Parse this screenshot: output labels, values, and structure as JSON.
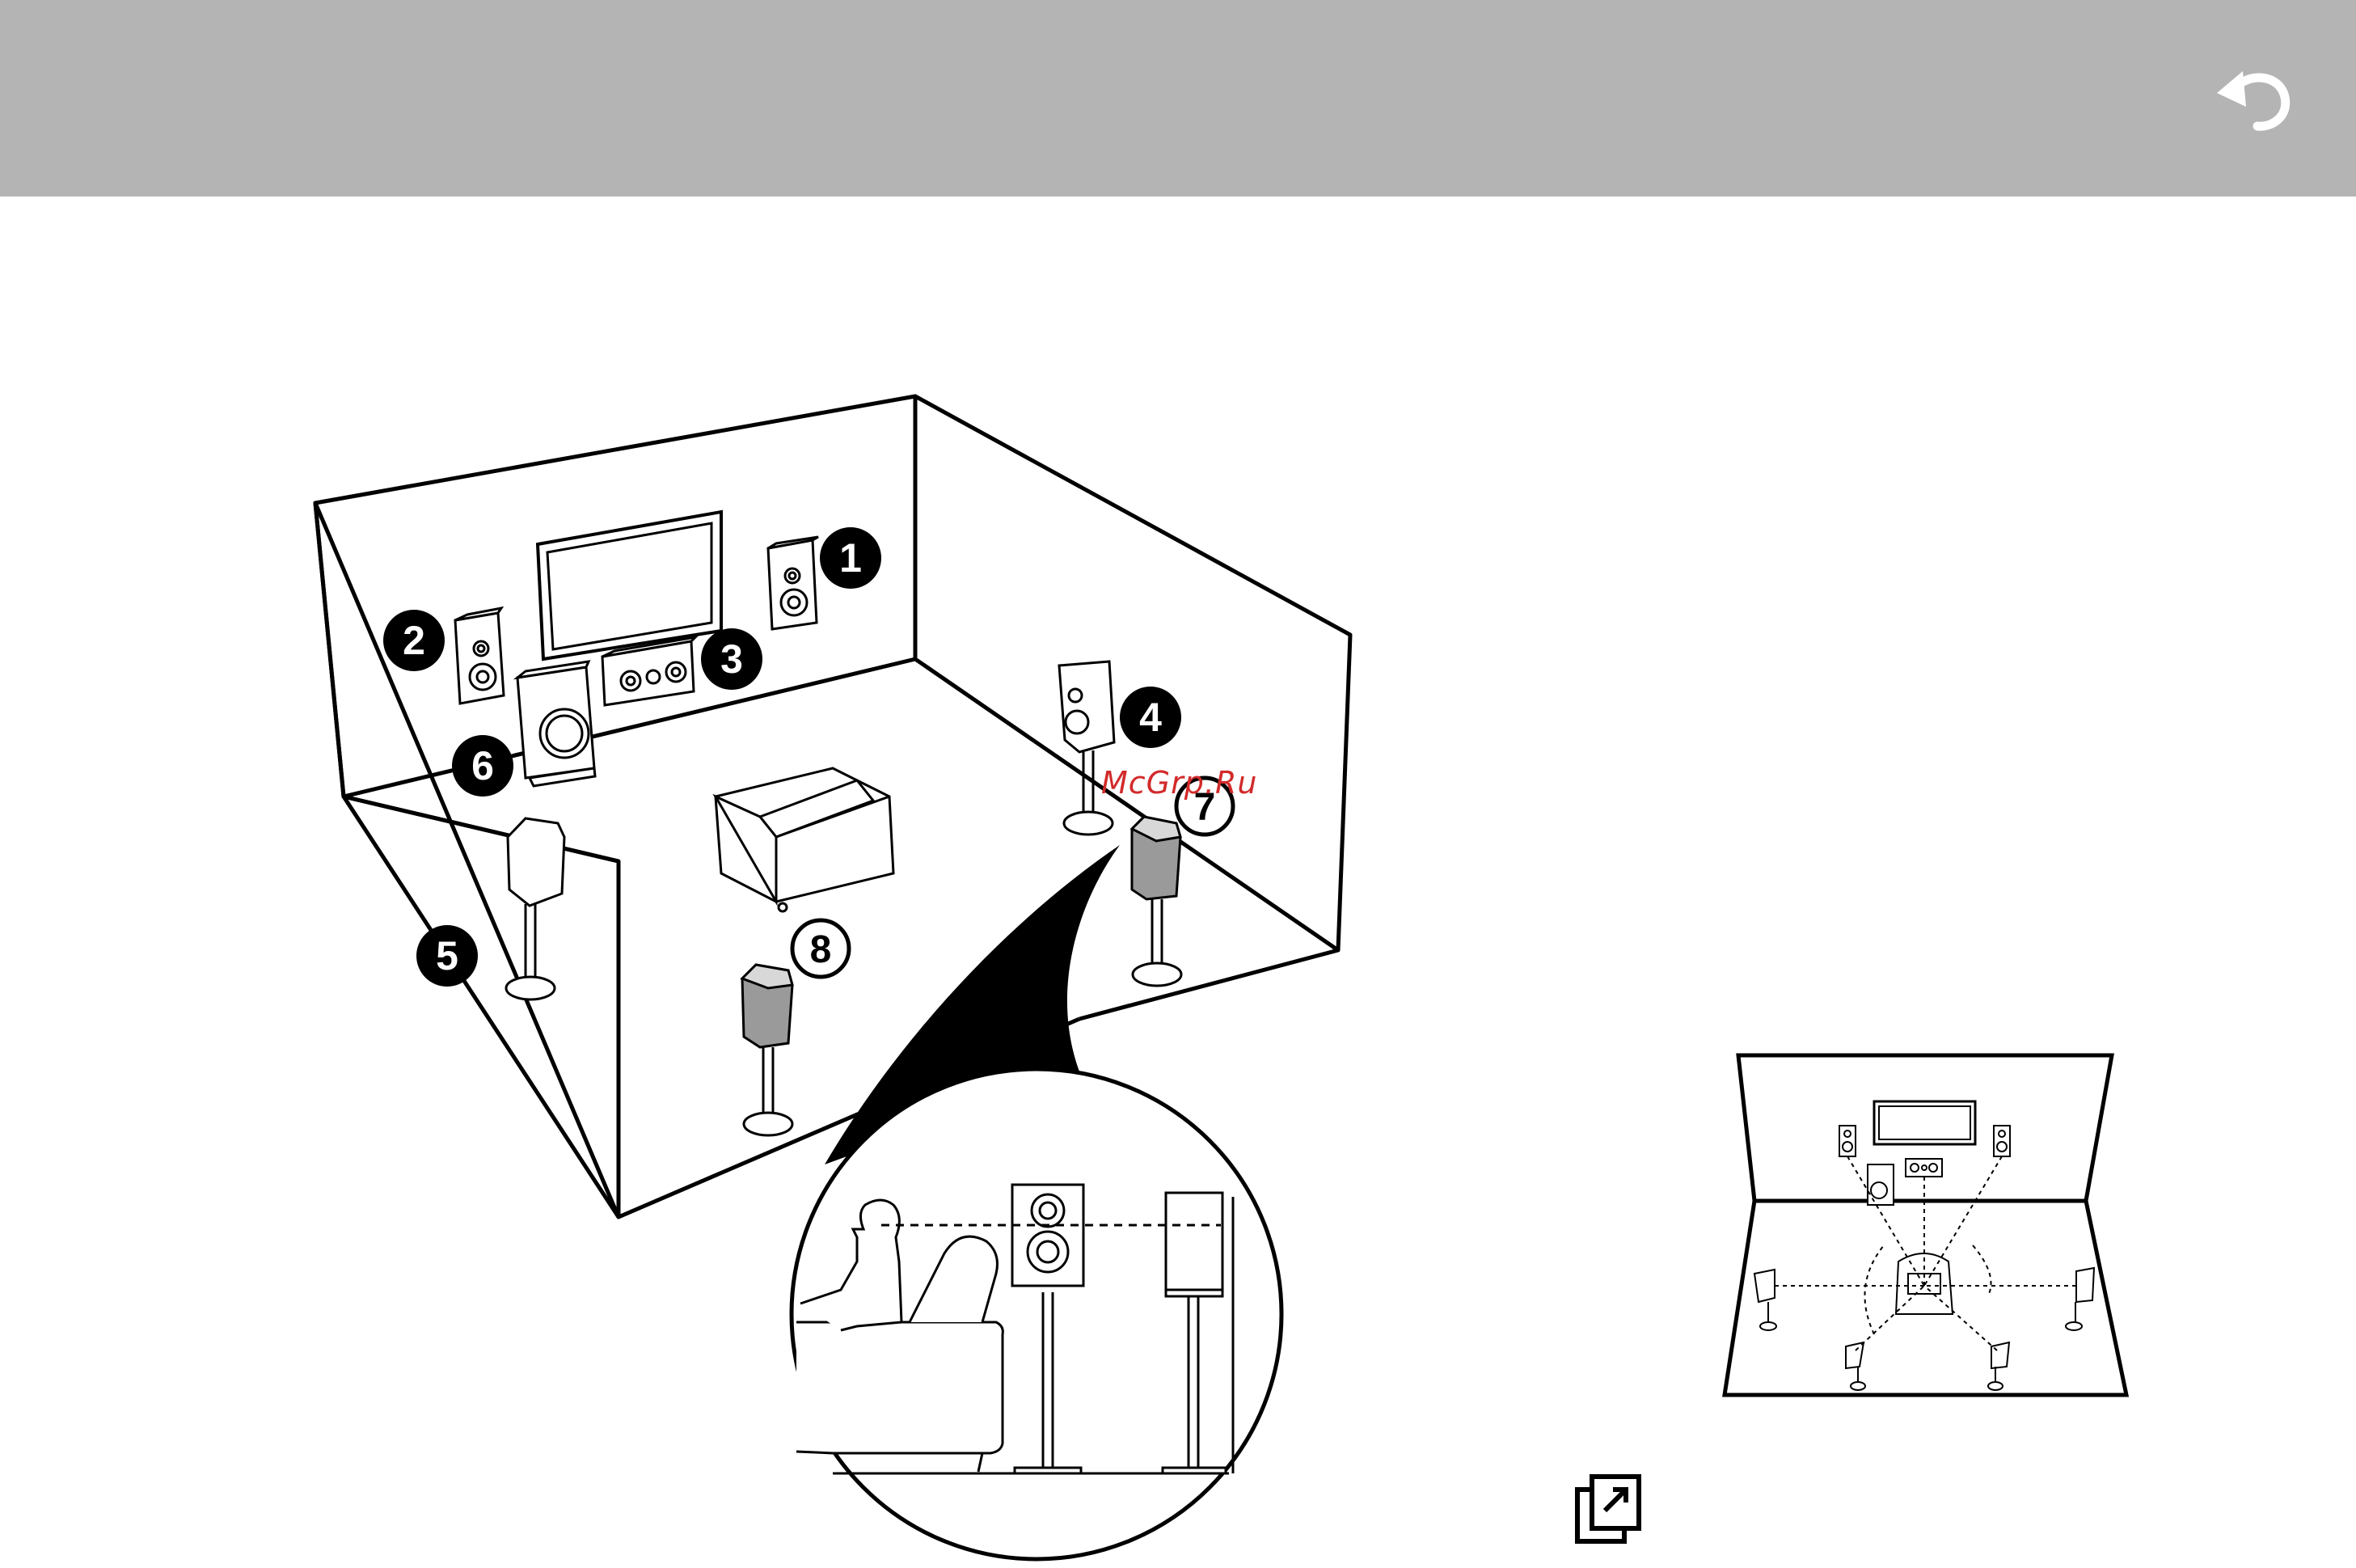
{
  "header": {
    "back_icon": "return-arrow-icon",
    "bar_color": "#b3b4b3"
  },
  "callouts": {
    "c1": "1",
    "c2": "2",
    "c3": "3",
    "c4": "4",
    "c5": "5",
    "c6": "6",
    "c7": "7",
    "c8": "8"
  },
  "watermark": {
    "text": "McGrp.Ru",
    "color": "#d22a2a"
  },
  "footer": {
    "icon": "page-reference-icon"
  }
}
